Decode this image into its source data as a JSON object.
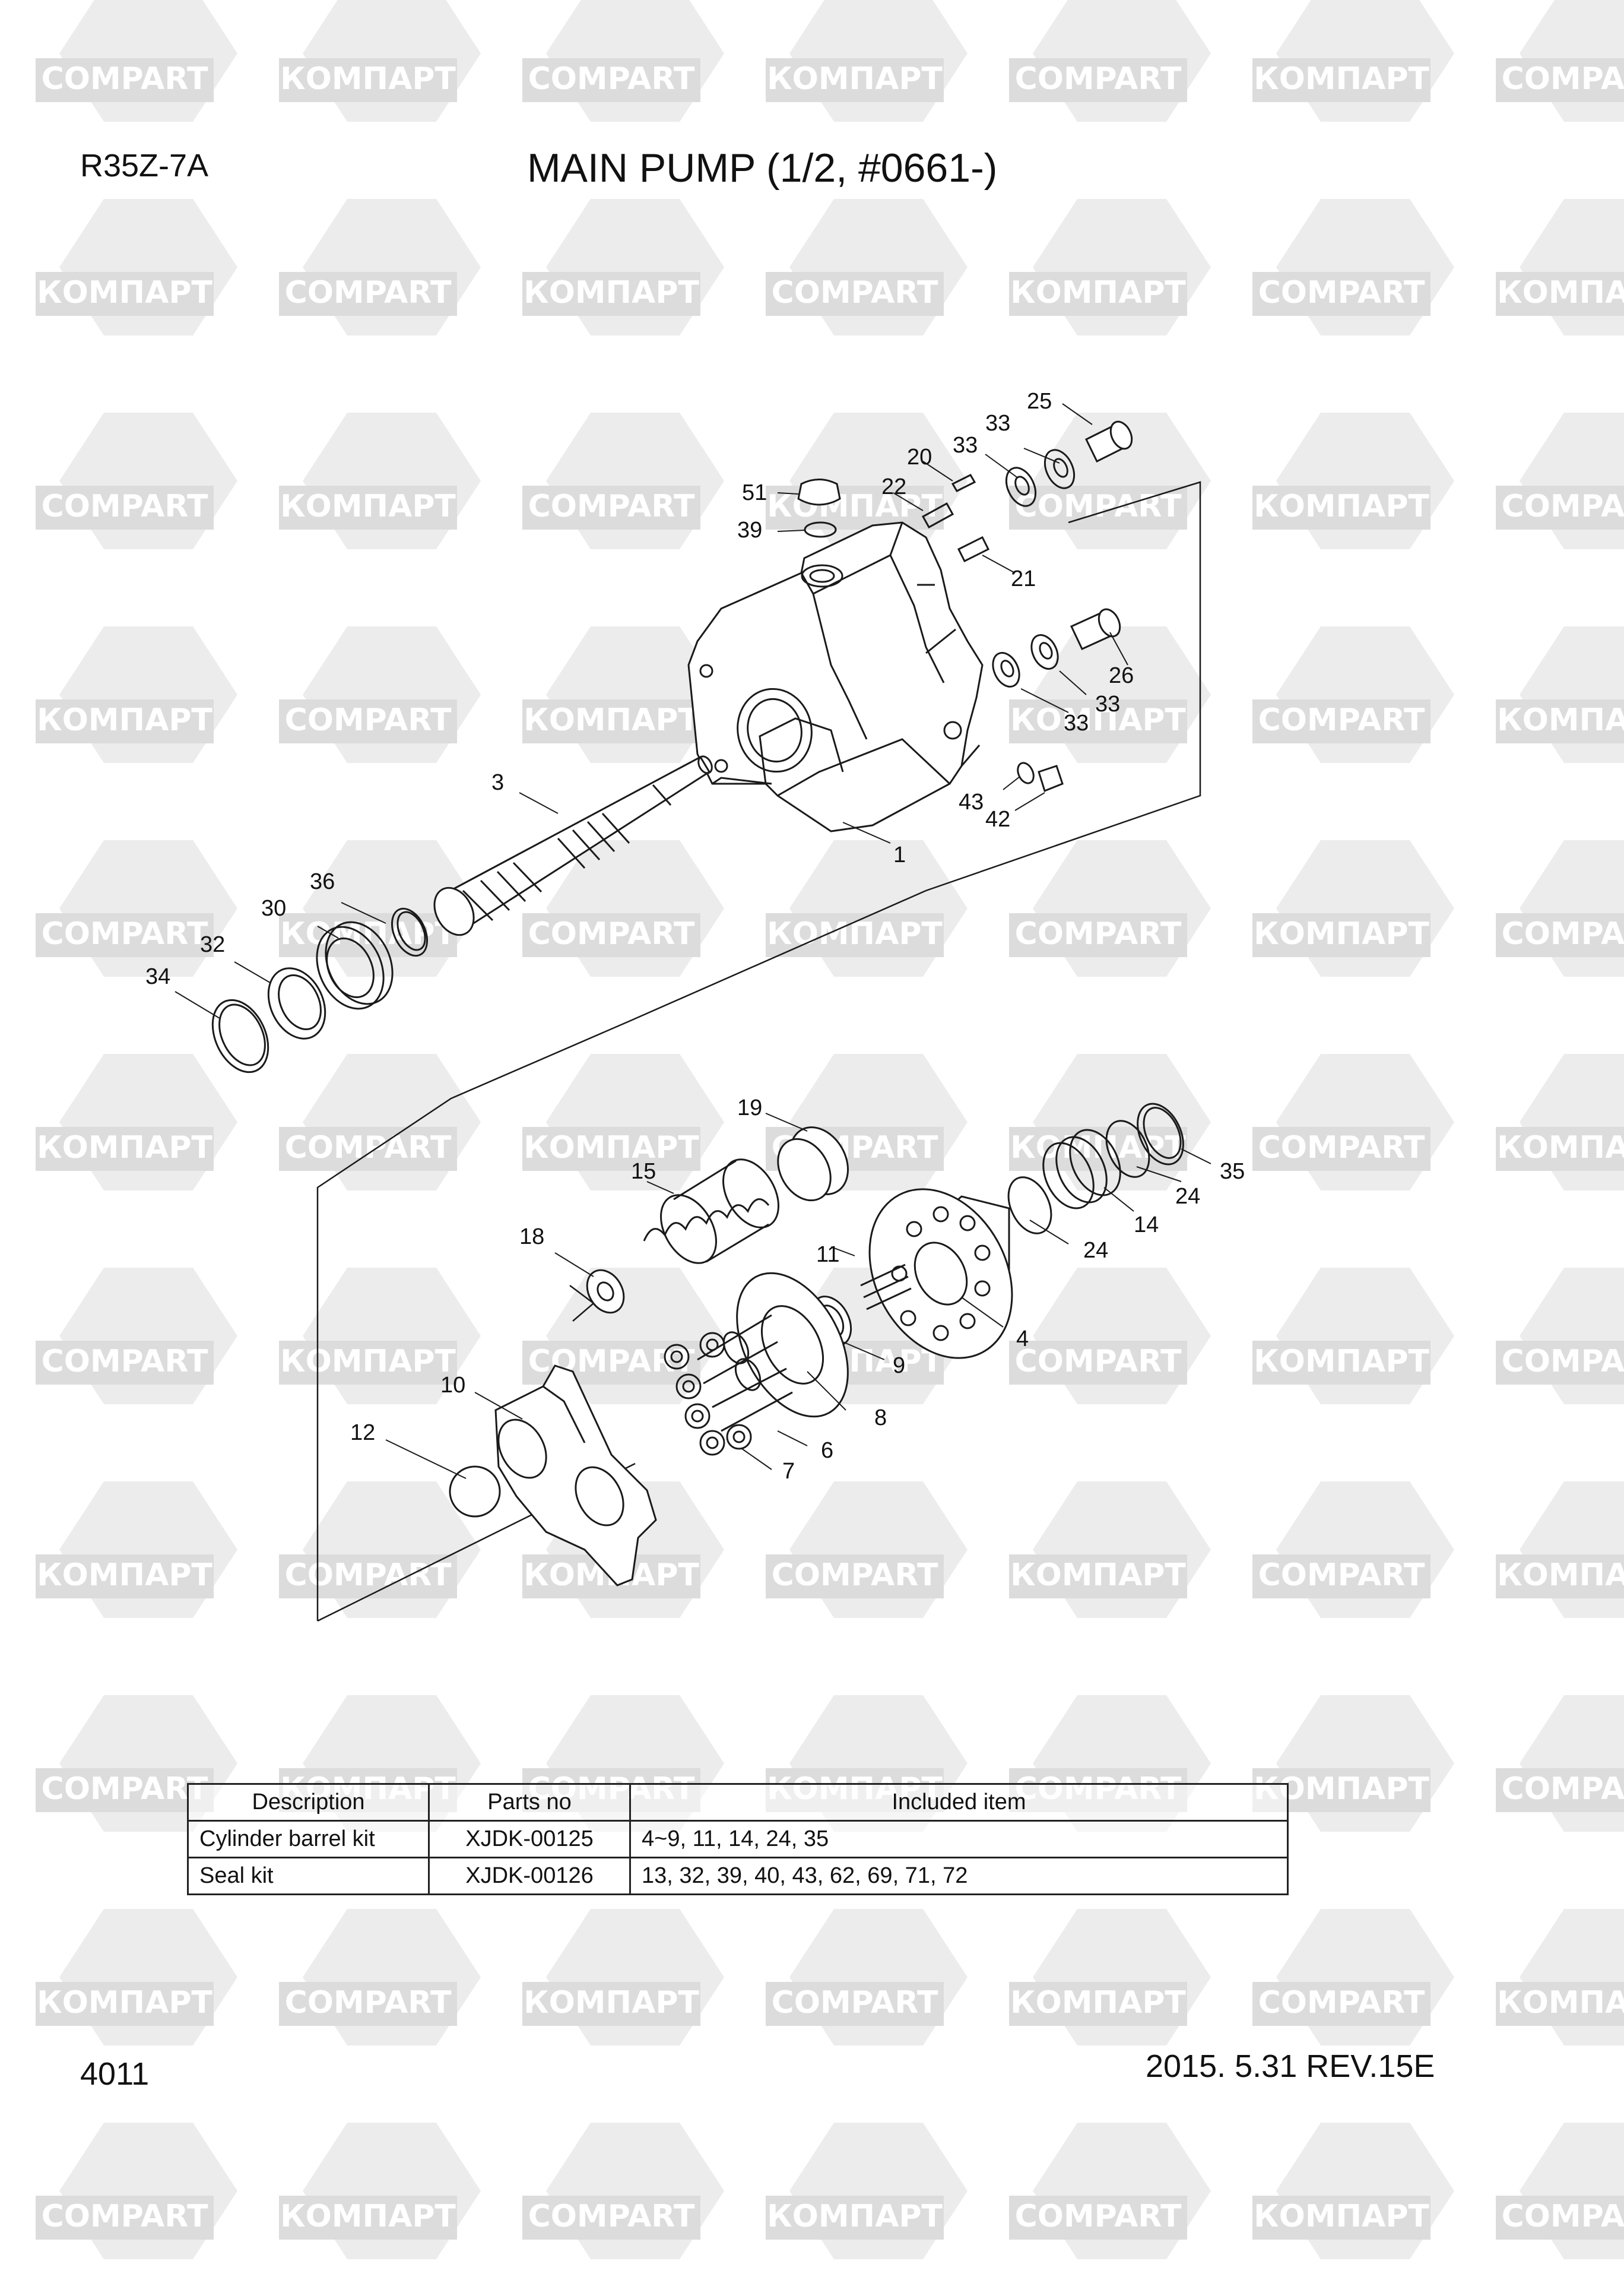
{
  "header": {
    "model": "R35Z-7A",
    "title": "MAIN PUMP (1/2, #0661-)"
  },
  "footer": {
    "page_number": "4011",
    "revision": "2015. 5.31  REV.15E"
  },
  "watermark": {
    "cyrillic_text": "КОМПАРТ",
    "latin_text": "COMPART",
    "color": "#dcdcdc"
  },
  "callouts": {
    "c1": "1",
    "c3": "3",
    "c4": "4",
    "c6": "6",
    "c7": "7",
    "c8": "8",
    "c9": "9",
    "c10": "10",
    "c11": "11",
    "c12": "12",
    "c14": "14",
    "c15": "15",
    "c18": "18",
    "c19": "19",
    "c20": "20",
    "c21": "21",
    "c22": "22",
    "c24a": "24",
    "c24b": "24",
    "c25": "25",
    "c26": "26",
    "c30": "30",
    "c32": "32",
    "c33a": "33",
    "c33b": "33",
    "c33c": "33",
    "c33d": "33",
    "c34": "34",
    "c35": "35",
    "c36": "36",
    "c39": "39",
    "c42": "42",
    "c43": "43",
    "c51": "51"
  },
  "kit_table": {
    "headers": [
      "Description",
      "Parts no",
      "Included item"
    ],
    "rows": [
      [
        "Cylinder barrel kit",
        "XJDK-00125",
        "4~9, 11, 14, 24, 35"
      ],
      [
        "Seal kit",
        "XJDK-00126",
        "13, 32, 39, 40, 43, 62, 69, 71, 72"
      ]
    ]
  }
}
